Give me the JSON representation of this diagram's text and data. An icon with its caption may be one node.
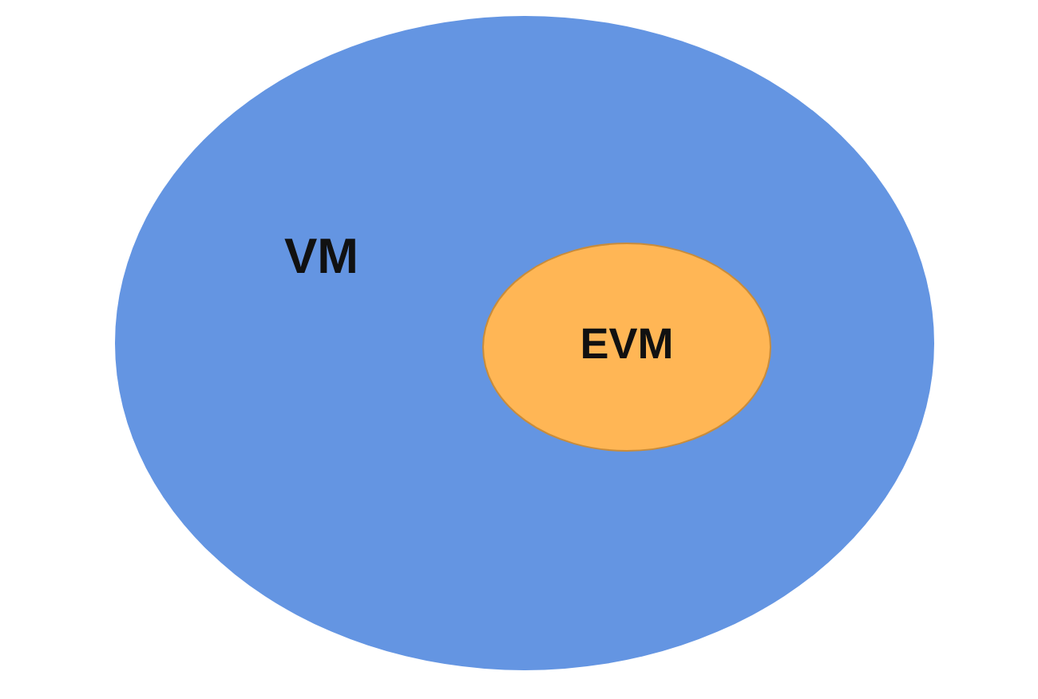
{
  "diagram": {
    "nodes": [
      {
        "text": [
          "VM"
        ]
      },
      {
        "text": [
          "EVM"
        ],
        "in": 0
      }
    ]
  }
}
